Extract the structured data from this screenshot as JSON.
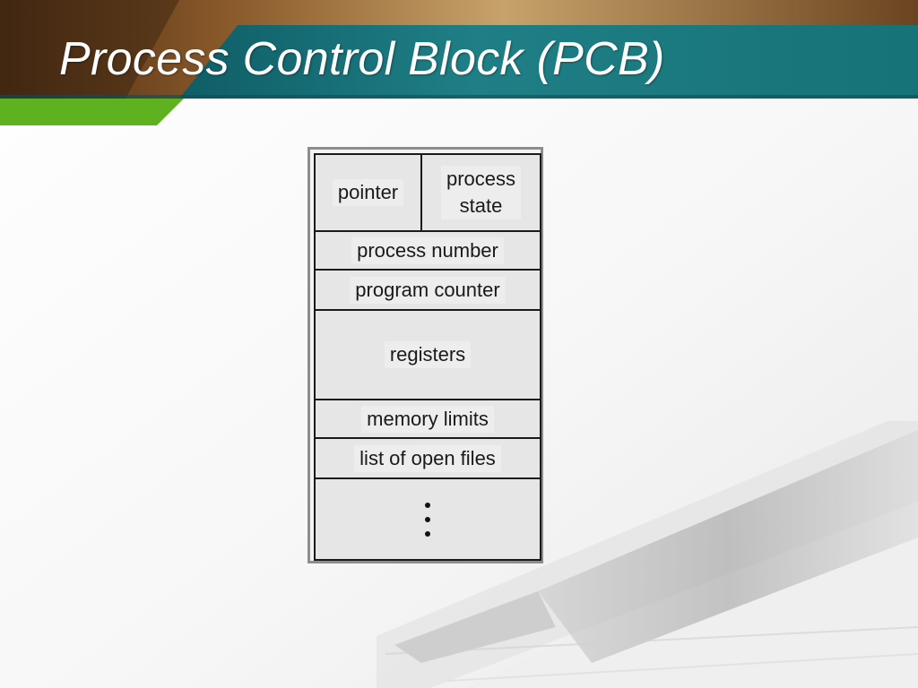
{
  "slide": {
    "title": "Process Control Block (PCB)"
  },
  "pcb": {
    "pointer": "pointer",
    "process_state": "process\nstate",
    "process_number": "process number",
    "program_counter": "program counter",
    "registers": "registers",
    "memory_limits": "memory limits",
    "open_files": "list of open files",
    "ellipsis": "vertical-ellipsis"
  },
  "colors": {
    "teal_band": "#1f7f86",
    "green_accent": "#5fb21f",
    "title_text": "#ffffff"
  }
}
